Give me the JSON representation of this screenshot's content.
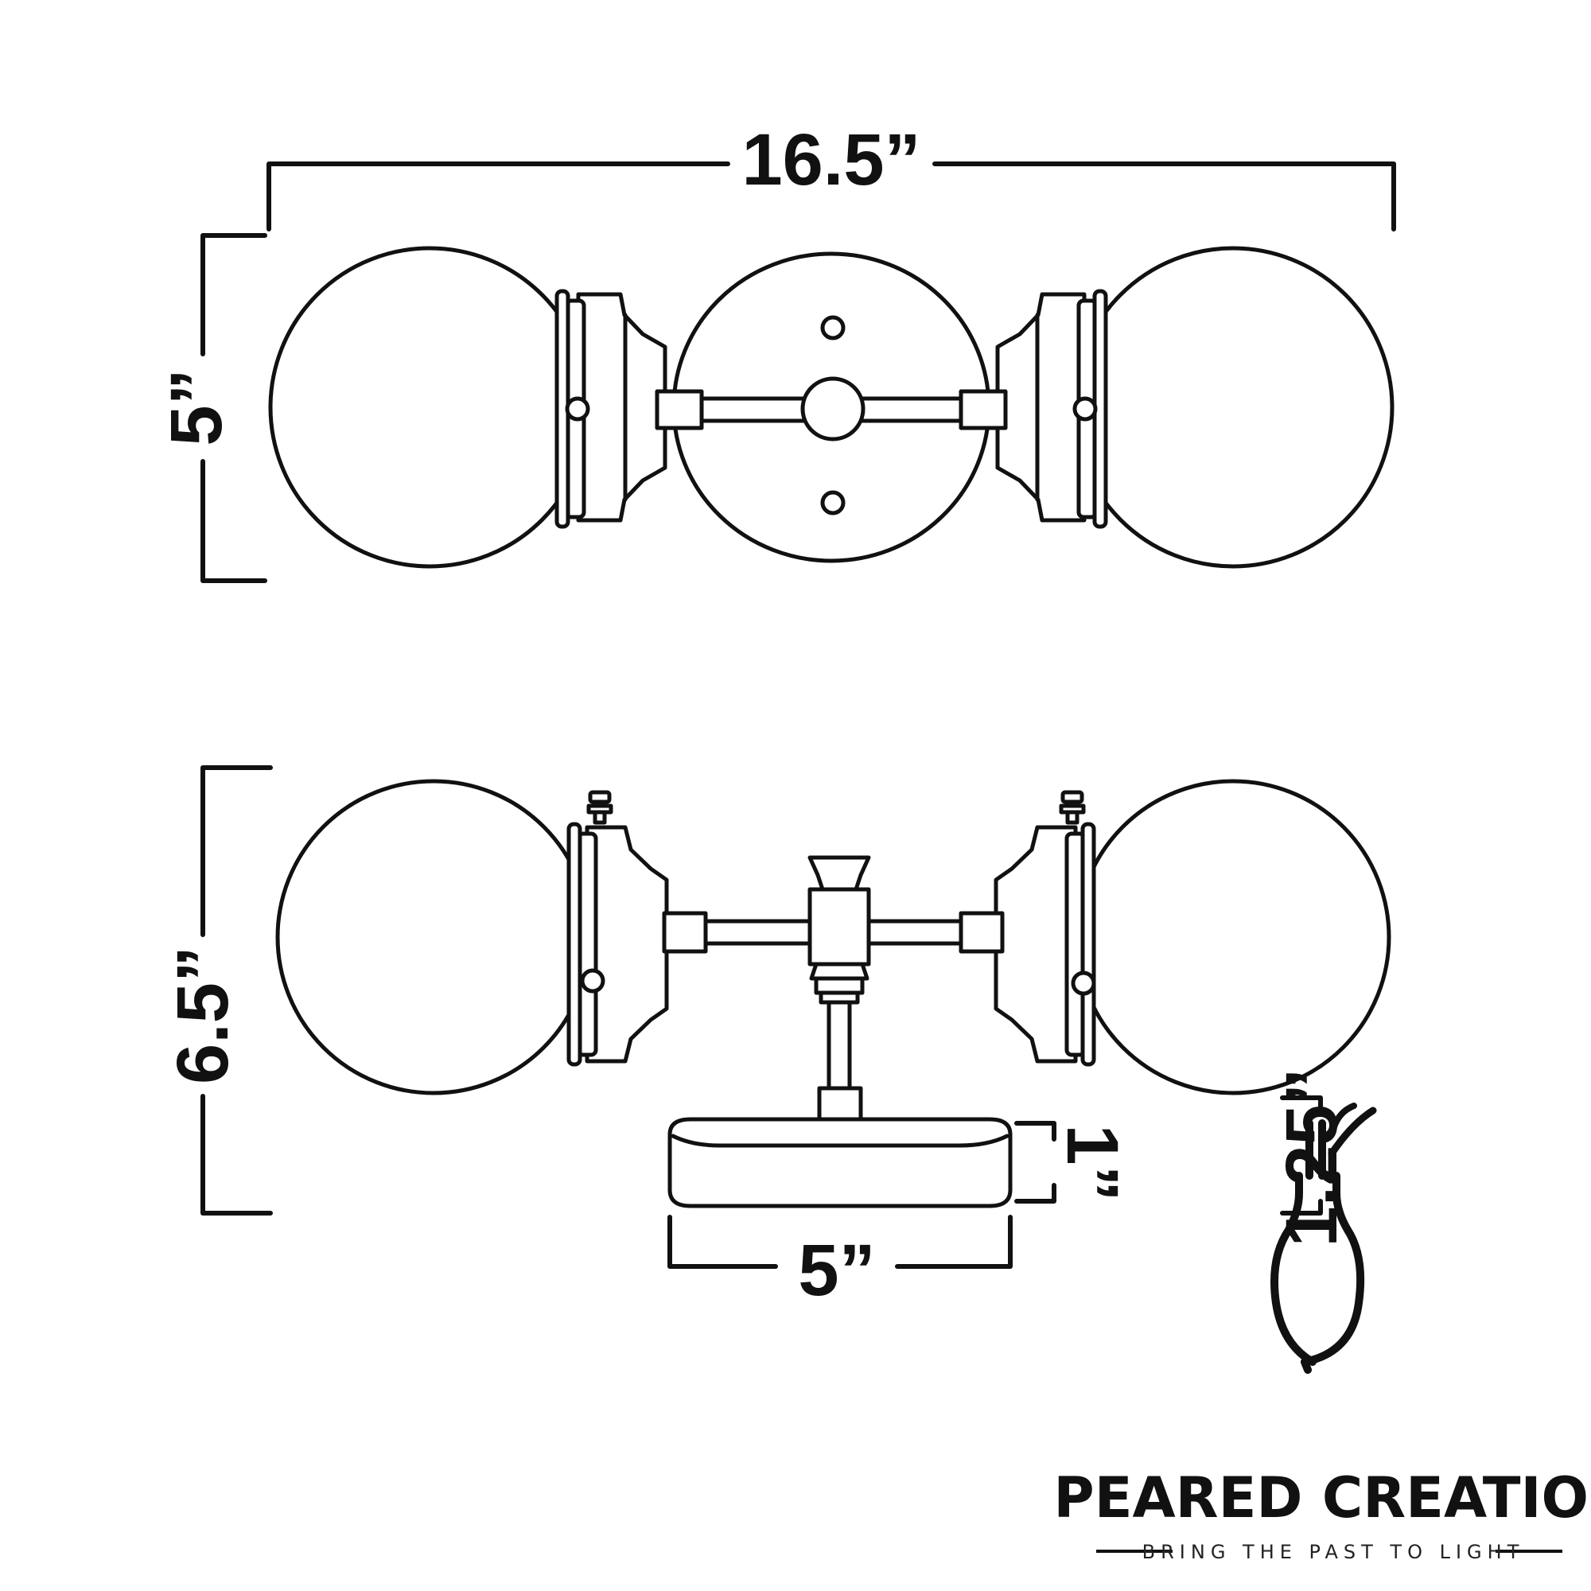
{
  "dimensions": {
    "top_width": "16.5”",
    "top_height": "5”",
    "side_height": "6.5”",
    "base_width": "5”",
    "base_depth": "1”",
    "extension": "1.25”"
  },
  "brand": {
    "name": "PEARED CREATION",
    "tagline": "BRING THE PAST TO LIGHT",
    "logo_icon": "pear-bulb-icon"
  },
  "colors": {
    "line": "#111111",
    "background": "#ffffff"
  }
}
